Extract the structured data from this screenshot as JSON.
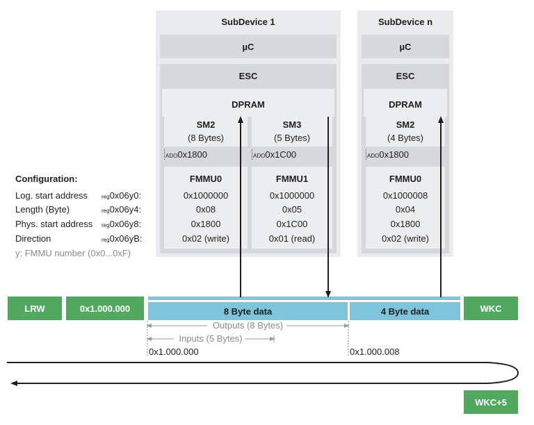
{
  "subdevice1": {
    "title": "SubDevice 1",
    "uc": "µC",
    "esc": "ESC",
    "dpram": "DPRAM",
    "sm_left": {
      "name": "SM2",
      "size": "(8 Bytes)",
      "ado_prefix": "ADO",
      "address": "0x1800"
    },
    "sm_right": {
      "name": "SM3",
      "size": "(5 Bytes)",
      "ado_prefix": "ADO",
      "address": "0x1C00"
    },
    "fmmu_left": {
      "name": "FMMU0",
      "log_start": "0x1000000",
      "length": "0x08",
      "phys_start": "0x1800",
      "direction": "0x02 (write)"
    },
    "fmmu_right": {
      "name": "FMMU1",
      "log_start": "0x1000000",
      "length": "0x05",
      "phys_start": "0x1C00",
      "direction": "0x01 (read)"
    }
  },
  "subdevicen": {
    "title": "SubDevice n",
    "uc": "µC",
    "esc": "ESC",
    "dpram": "DPRAM",
    "sm": {
      "name": "SM2",
      "size": "(4 Bytes)",
      "ado_prefix": "ADO",
      "address": "0x1800"
    },
    "fmmu": {
      "name": "FMMU0",
      "log_start": "0x1000008",
      "length": "0x04",
      "phys_start": "0x1800",
      "direction": "0x02 (write)"
    }
  },
  "config": {
    "title": "Configuration:",
    "rows": [
      {
        "label": "Log. start address",
        "reg_prefix": "reg",
        "reg": "0x06y0:"
      },
      {
        "label": "Length (Byte)",
        "reg_prefix": "reg",
        "reg": "0x06y4:"
      },
      {
        "label": "Phys. start address",
        "reg_prefix": "reg",
        "reg": "0x06y8:"
      },
      {
        "label": "Direction",
        "reg_prefix": "reg",
        "reg": "0x06yB:"
      }
    ],
    "note": "y: FMMU number (0x0...0xF)"
  },
  "frame": {
    "cmd": "LRW",
    "address": "0x1.000.000",
    "data1": "8 Byte data",
    "data2": "4 Byte data",
    "wkc": "WKC",
    "outputs": "Outputs (8 Bytes)",
    "inputs": "Inputs (5 Bytes)",
    "addr_start": "0x1.000.000",
    "addr_mid": "0x1.000.008",
    "wkc_return": "WKC+5"
  },
  "colors": {
    "green": "#52a85e",
    "blue": "#7ec5db",
    "panel": "#e9ebed",
    "block": "#d6d8db"
  }
}
